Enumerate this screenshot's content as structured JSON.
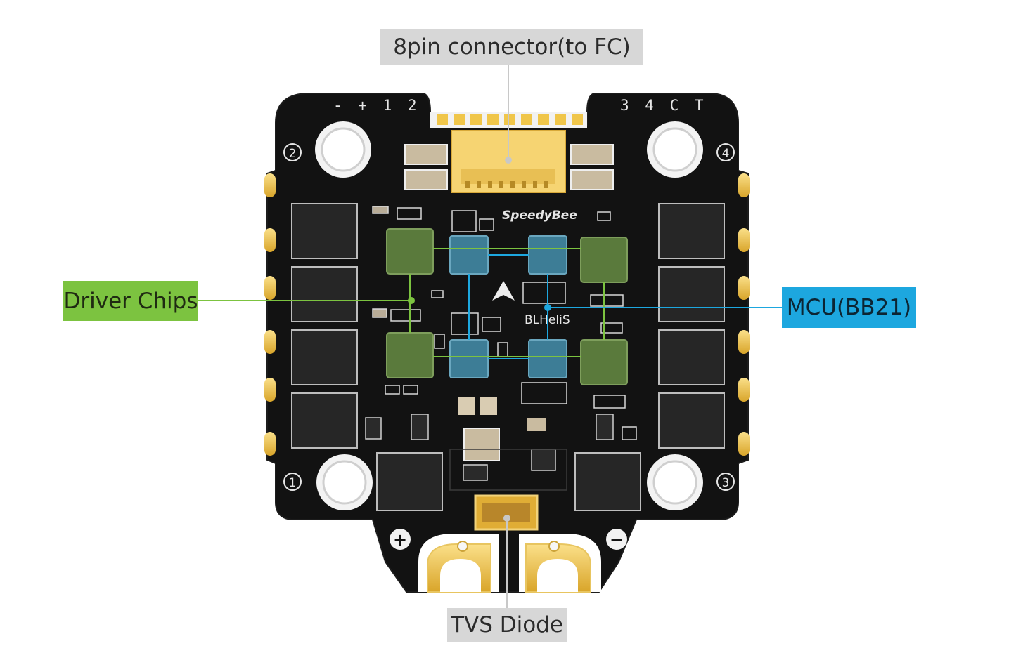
{
  "callouts": {
    "connector": "8pin connector(to FC)",
    "driver": "Driver Chips",
    "mcu": "MCU(BB21)",
    "tvs": "TVS Diode"
  },
  "board": {
    "pins_left": "- + 1 2",
    "pins_right": "3 4 C T",
    "brand": "SpeedyBee",
    "firmware": "BLHeliS",
    "hole_1": "1",
    "hole_2": "2",
    "hole_3": "3",
    "hole_4": "4",
    "plus": "+",
    "minus": "−"
  },
  "colors": {
    "board": "#111111",
    "gold": "#f0c64a",
    "driver": "#5a7a3c",
    "mcu": "#3d7d96",
    "leader_gray": "#bdbdbd",
    "leader_green": "#7cc340",
    "leader_blue": "#1da7df"
  }
}
